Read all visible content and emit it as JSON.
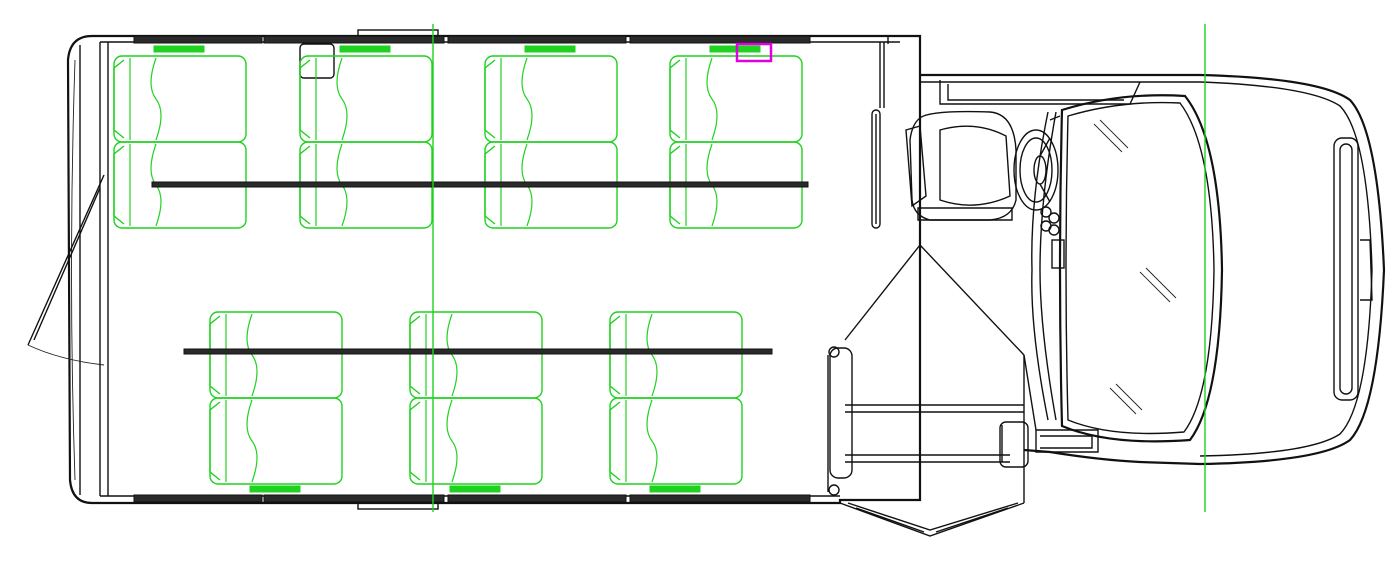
{
  "drawing": {
    "line_color": "#111111",
    "seat_color": "#1fd21f",
    "guide_color": "#1fd21f",
    "marker_color": "#e000e0"
  },
  "seats": {
    "top_row_count": 4,
    "bottom_row_count": 3,
    "seats_per_bench": 2
  },
  "icons": [
    "steering-wheel-icon",
    "driver-seat-icon",
    "grab-rail-icon",
    "entry-door-icon",
    "rear-door-icon"
  ]
}
